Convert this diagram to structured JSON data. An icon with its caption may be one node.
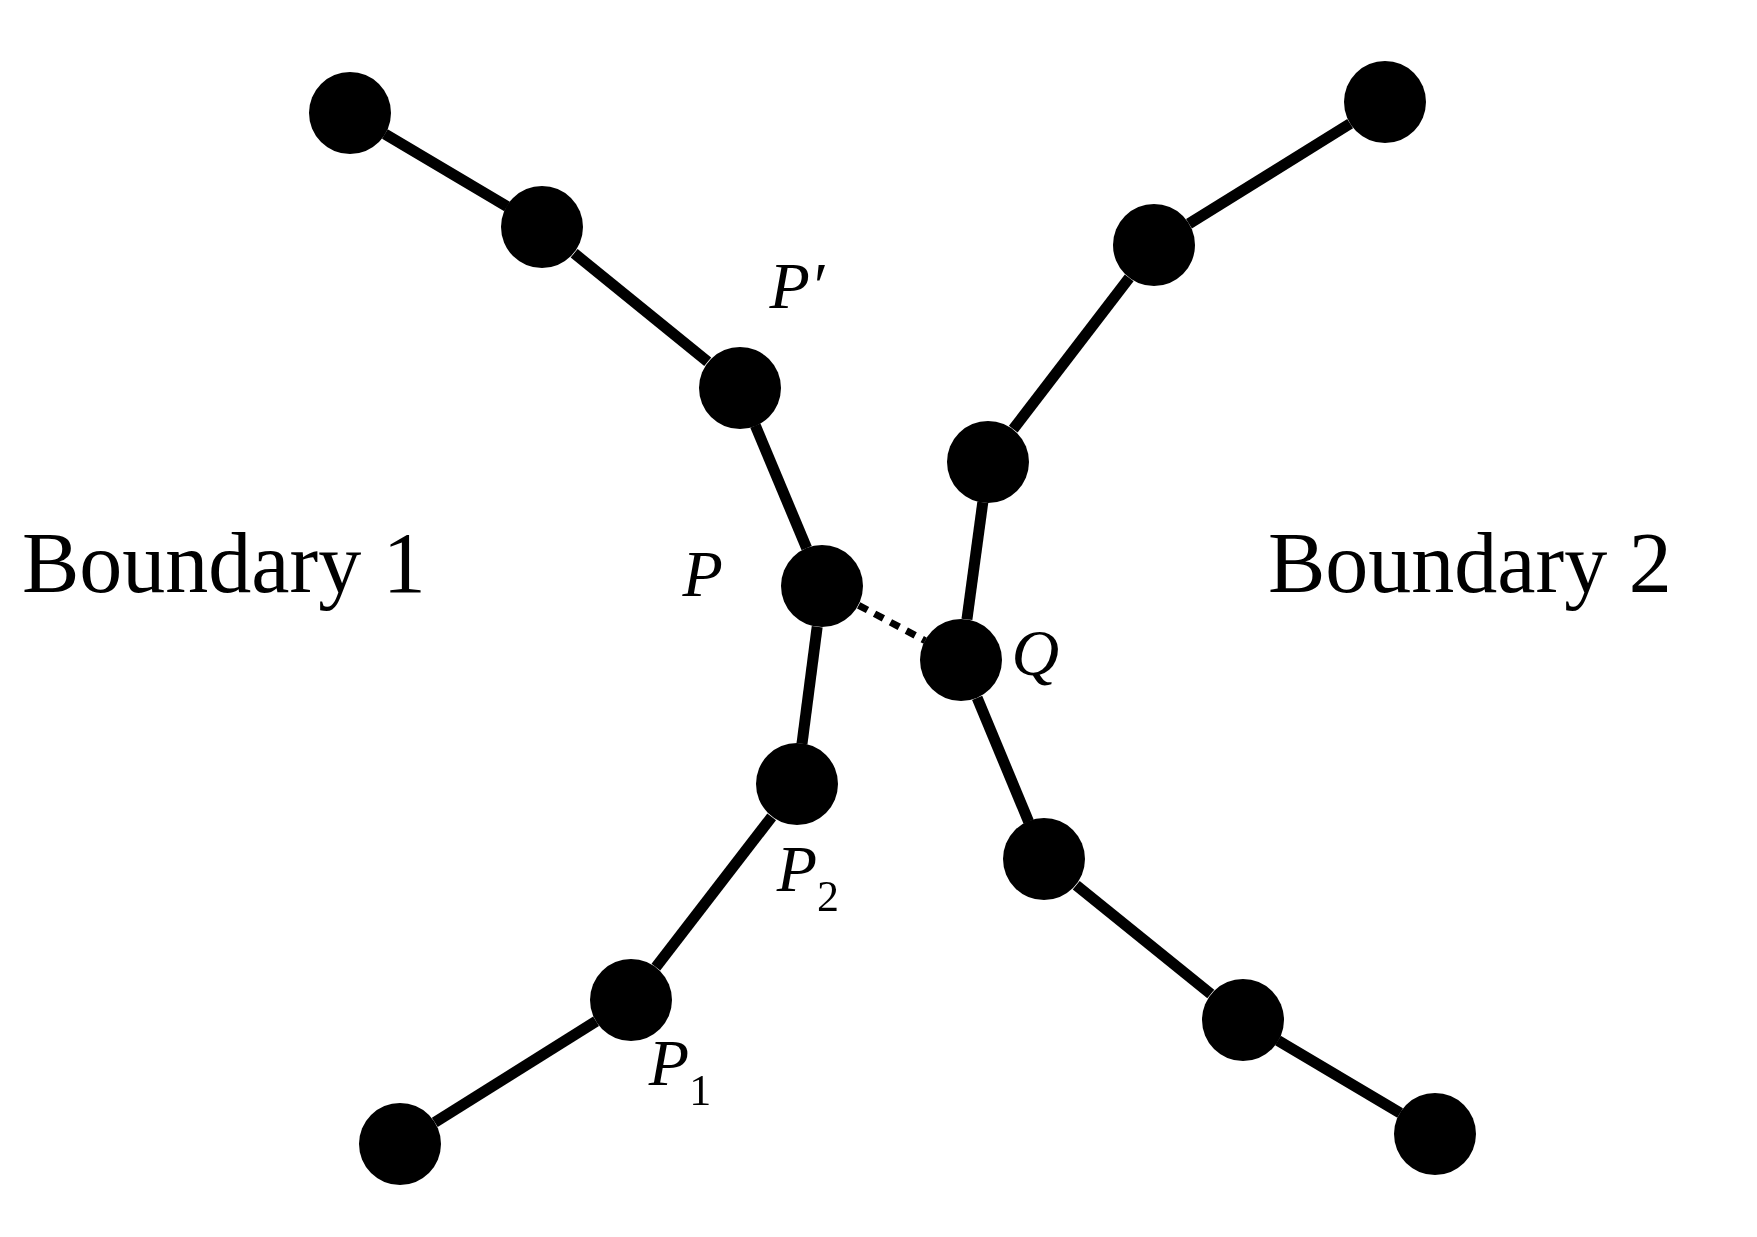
{
  "diagram": {
    "nodes": [
      {
        "text": [],
        "shape": "circle"
      },
      {
        "text": [],
        "shape": "circle"
      },
      {
        "text": [],
        "shape": "circle",
        "beside": [
          "P′"
        ]
      },
      {
        "text": [],
        "shape": "circle",
        "beside": [
          "P"
        ]
      },
      {
        "text": [],
        "shape": "circle",
        "beside": [
          "P$_{2}$"
        ]
      },
      {
        "text": [],
        "shape": "circle",
        "beside": [
          "P$_{1}$"
        ]
      },
      {
        "text": [],
        "shape": "circle"
      },
      {
        "text": [],
        "shape": "circle"
      },
      {
        "text": [],
        "shape": "circle"
      },
      {
        "text": [],
        "shape": "circle"
      },
      {
        "text": [],
        "shape": "circle",
        "beside": [
          "Q"
        ]
      },
      {
        "text": [],
        "shape": "circle"
      },
      {
        "text": [],
        "shape": "circle"
      },
      {
        "text": [],
        "shape": "circle"
      }
    ],
    "edges": [
      {
        "from": 0,
        "to": 1,
        "arrow": "none"
      },
      {
        "from": 1,
        "to": 2,
        "arrow": "none"
      },
      {
        "from": 2,
        "to": 3,
        "arrow": "none"
      },
      {
        "from": 3,
        "to": 4,
        "arrow": "none"
      },
      {
        "from": 4,
        "to": 5,
        "arrow": "none"
      },
      {
        "from": 5,
        "to": 6,
        "arrow": "none"
      },
      {
        "from": 7,
        "to": 8,
        "arrow": "none"
      },
      {
        "from": 8,
        "to": 9,
        "arrow": "none"
      },
      {
        "from": 9,
        "to": 10,
        "arrow": "none"
      },
      {
        "from": 10,
        "to": 11,
        "arrow": "none"
      },
      {
        "from": 11,
        "to": 12,
        "arrow": "none"
      },
      {
        "from": 12,
        "to": 13,
        "arrow": "none"
      },
      {
        "from": 3,
        "to": 10,
        "arrow": "none",
        "style": "dashed"
      }
    ],
    "labels": [
      "Boundary 1",
      "Boundary 2"
    ]
  }
}
